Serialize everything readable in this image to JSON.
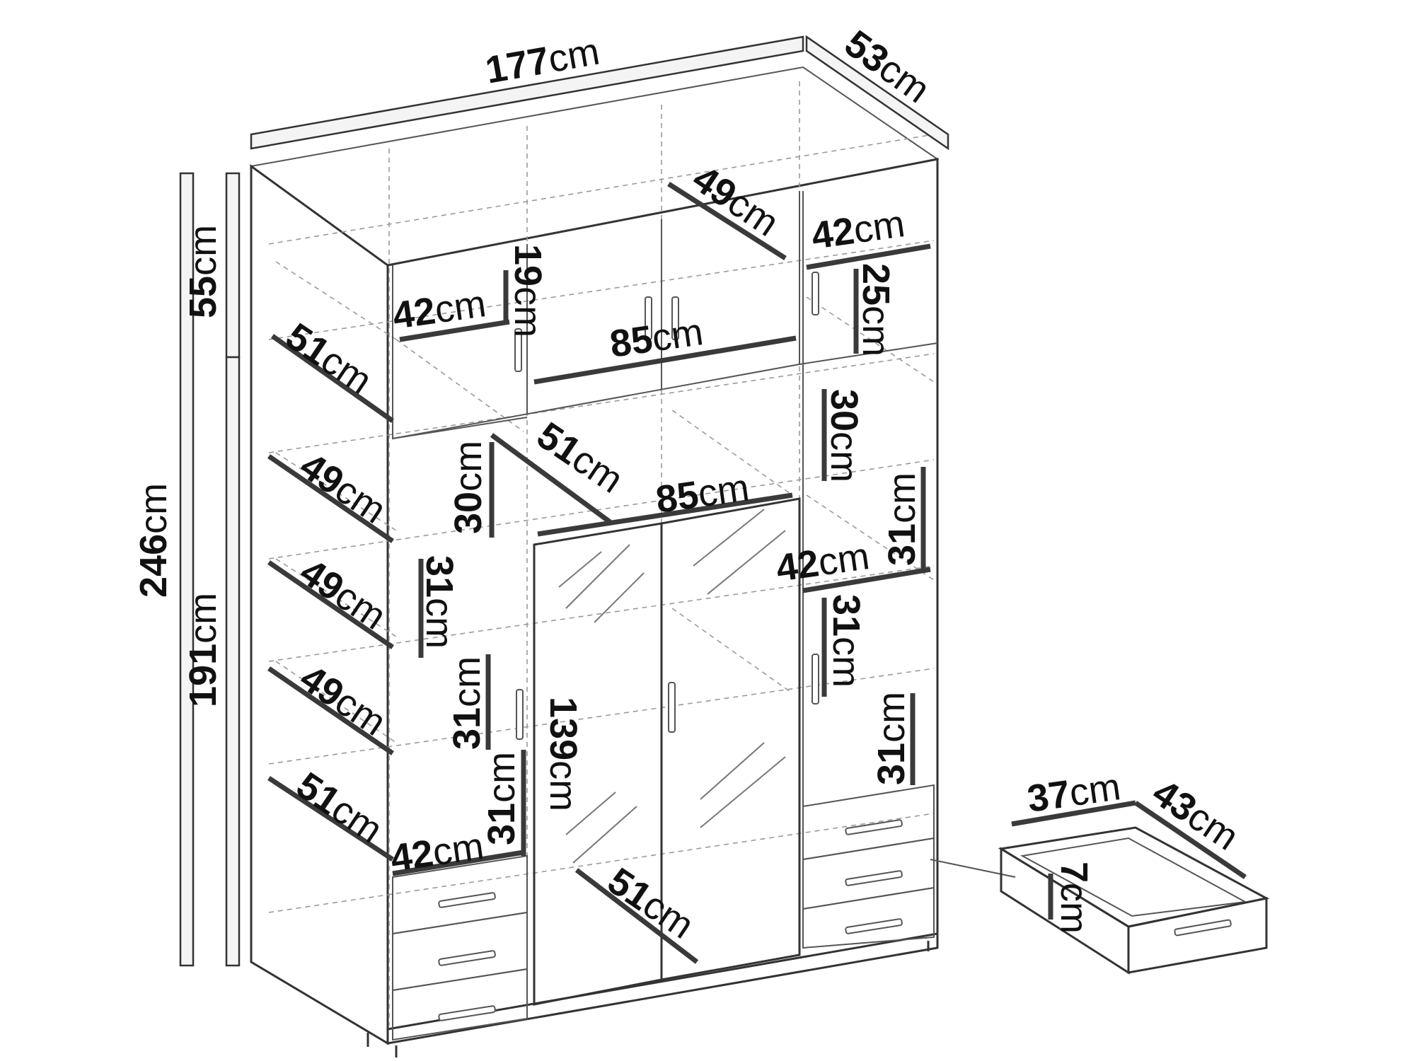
{
  "unit": "cm",
  "dimensions": {
    "total_width": "177",
    "total_depth": "53",
    "total_height": "246",
    "top_section_height": "55",
    "bottom_section_height": "191",
    "top_upper_depth": "49",
    "top_right_width": "42",
    "top_left_width": "42",
    "top_left_height": "19",
    "top_center_width": "85",
    "top_right_height": "25",
    "top_depth_left": "51",
    "right_shelf_1_height": "30",
    "center_shelf_depth": "51",
    "center_width": "85",
    "left_shelf_1_depth": "49",
    "left_shelf_1_height": "30",
    "left_shelf_2_depth": "49",
    "left_shelf_2_height": "31",
    "left_shelf_3_depth": "49",
    "left_shelf_3_height": "31",
    "left_shelf_4_depth": "51",
    "left_shelf_4_height": "31",
    "left_bottom_width": "42",
    "right_width": "42",
    "right_shelf_2_height": "31",
    "right_shelf_3_height": "31",
    "right_shelf_4_height": "31",
    "mirror_height": "139",
    "bottom_center_depth": "51",
    "drawer_width": "37",
    "drawer_depth": "43",
    "drawer_height": "7"
  }
}
